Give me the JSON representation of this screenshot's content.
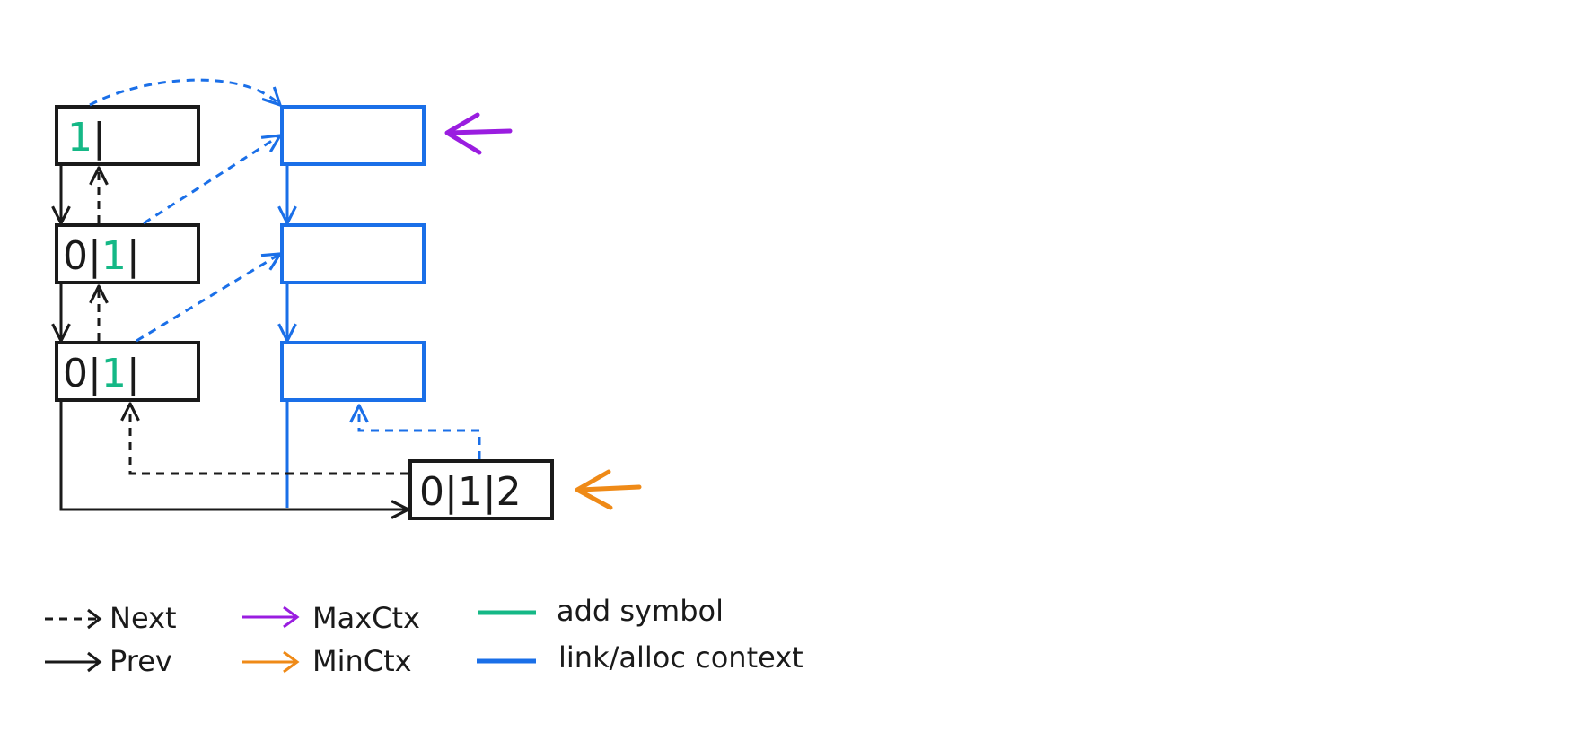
{
  "colors": {
    "black": "#1a1a1a",
    "blue": "#1a6fe8",
    "green": "#15b886",
    "purple": "#9a1de0",
    "orange": "#ef8a17"
  },
  "nodes": [
    {
      "parts": [
        {
          "text": "1",
          "color": "green"
        },
        {
          "text": "|",
          "color": "black"
        }
      ]
    },
    {
      "parts": [
        {
          "text": "0",
          "color": "black"
        },
        {
          "text": "|",
          "color": "black"
        },
        {
          "text": "1",
          "color": "green"
        },
        {
          "text": "|",
          "color": "black"
        }
      ]
    },
    {
      "parts": [
        {
          "text": "0",
          "color": "black"
        },
        {
          "text": "|",
          "color": "black"
        },
        {
          "text": "1",
          "color": "green"
        },
        {
          "text": "|",
          "color": "black"
        }
      ]
    },
    {
      "parts": [
        {
          "text": "0",
          "color": "black"
        },
        {
          "text": "|",
          "color": "black"
        },
        {
          "text": "1",
          "color": "black"
        },
        {
          "text": "|",
          "color": "black"
        },
        {
          "text": "2",
          "color": "black"
        }
      ]
    }
  ],
  "legend": {
    "next": "Next",
    "prev": "Prev",
    "max_ctx": "MaxCtx",
    "min_ctx": "MinCtx",
    "add_symbol": "add symbol",
    "link_alloc": "link/alloc context"
  }
}
